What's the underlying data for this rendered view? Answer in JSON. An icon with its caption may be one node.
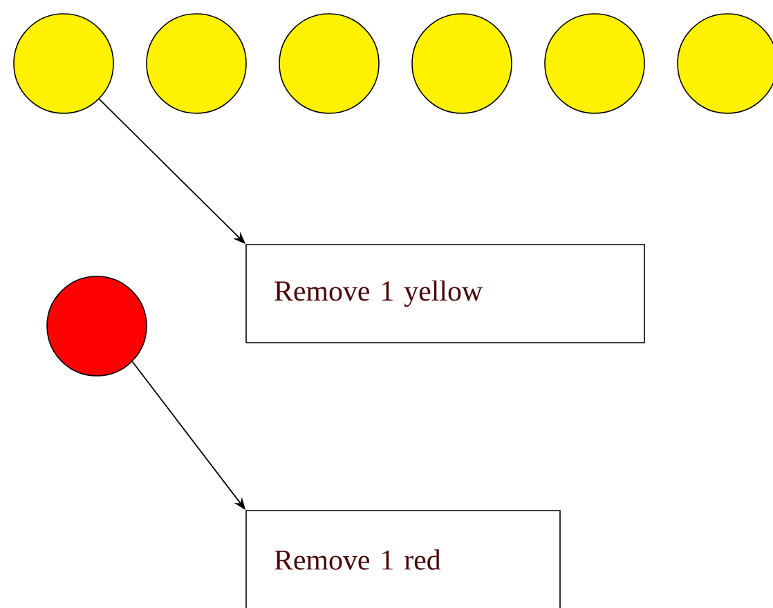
{
  "diagram": {
    "nodes": [
      {
        "text": [],
        "shape": "circle"
      },
      {
        "text": [],
        "shape": "circle"
      },
      {
        "text": [],
        "shape": "circle"
      },
      {
        "text": [],
        "shape": "circle"
      },
      {
        "text": [],
        "shape": "circle"
      },
      {
        "text": [],
        "shape": "circle"
      },
      {
        "text": [],
        "shape": "circle"
      },
      {
        "text": [
          "Remove 1 yellow"
        ]
      },
      {
        "text": [
          "Remove 1 red"
        ]
      }
    ],
    "edges": [
      {
        "from": 0,
        "to": 7,
        "arrow": "to"
      },
      {
        "from": 6,
        "to": 8,
        "arrow": "to"
      }
    ]
  }
}
